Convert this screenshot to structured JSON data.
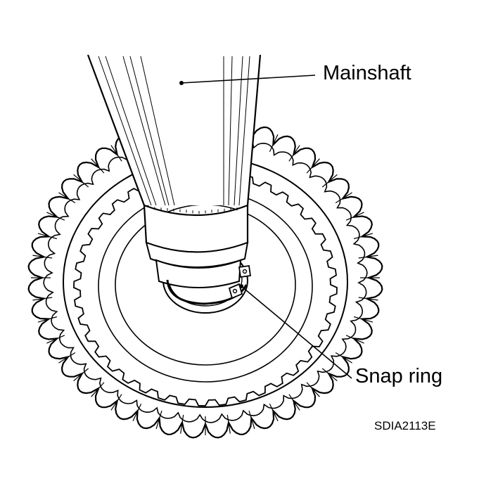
{
  "labels": {
    "mainshaft": "Mainshaft",
    "snap_ring": "Snap ring",
    "figure_code": "SDIA2113E"
  },
  "colors": {
    "ink": "#000000",
    "paper": "#ffffff"
  }
}
